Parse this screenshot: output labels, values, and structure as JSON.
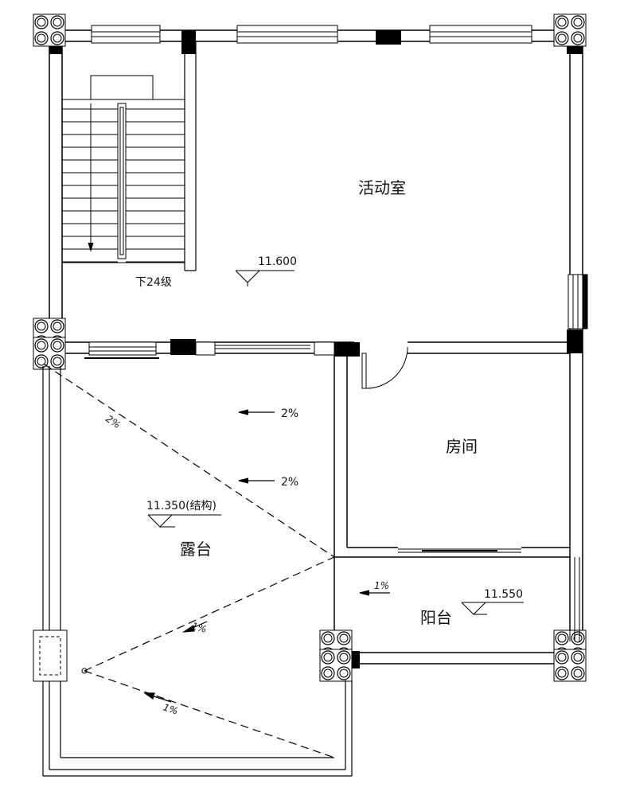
{
  "rooms": {
    "activity_room": "活动室",
    "bedroom": "房间",
    "terrace": "露台",
    "balcony": "阳台"
  },
  "stair_note": "下24级",
  "elevations": {
    "activity_room": "11.600",
    "terrace": "11.350(结构)",
    "balcony": "11.550"
  },
  "slopes": {
    "terrace_arrow_upper": "2%",
    "terrace_arrow_lower": "2%",
    "terrace_diagonal": "2%",
    "terrace_drain_upper": "1%",
    "terrace_drain_lower": "1%",
    "balcony_arrow": "1%"
  },
  "colors": {
    "line": "#000000",
    "background": "#ffffff"
  }
}
